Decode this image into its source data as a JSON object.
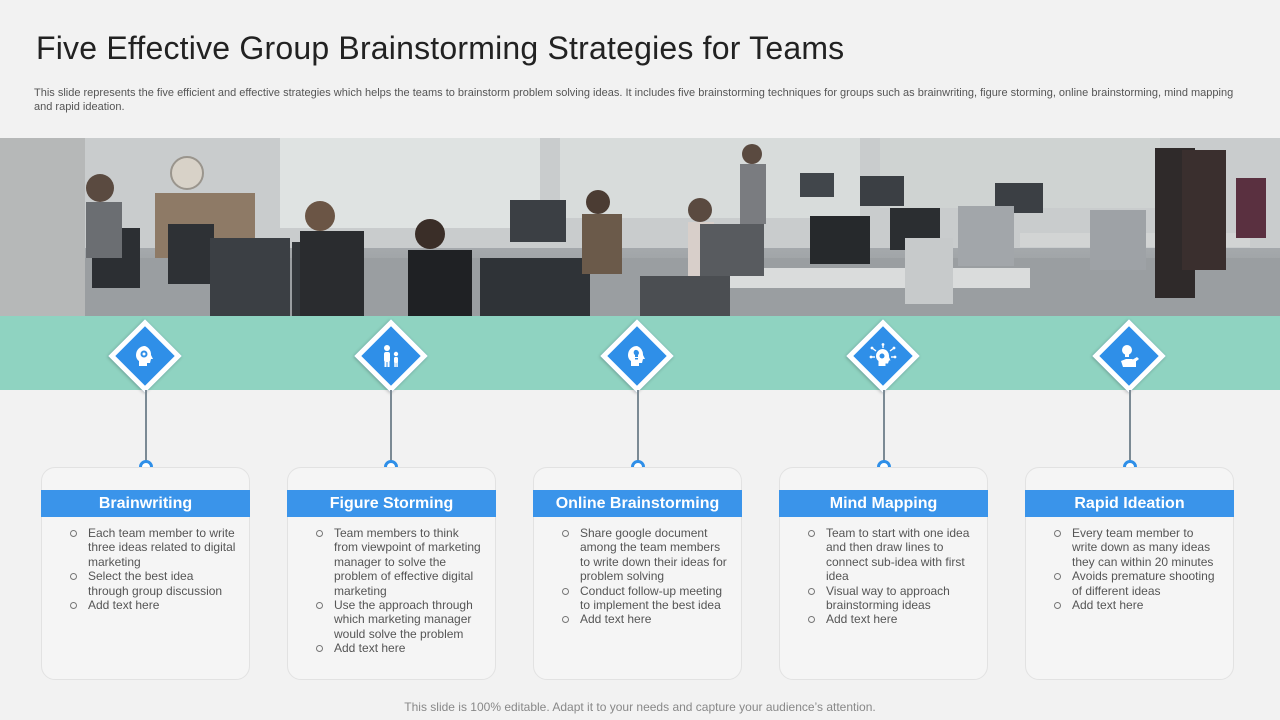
{
  "header": {
    "title": "Five Effective Group Brainstorming Strategies for Teams",
    "subtitle": "This slide represents the five efficient and effective strategies which helps the teams to brainstorm problem solving ideas. It includes five brainstorming techniques for groups such as brainwriting, figure storming, online brainstorming, mind mapping and rapid ideation."
  },
  "colors": {
    "accent": "#3a94ea",
    "band": "#8fd3c1",
    "background": "#f2f2f2"
  },
  "strategies": [
    {
      "icon": "brain-gear-icon",
      "title": "Brainwriting",
      "points": [
        "Each team member to write three ideas related to digital marketing",
        "Select the best idea through group discussion",
        "Add text here"
      ]
    },
    {
      "icon": "people-icon",
      "title": "Figure Storming",
      "points": [
        "Team members to think from viewpoint of marketing manager to solve the problem of effective digital marketing",
        "Use the approach through which marketing manager would solve the problem",
        "Add text here"
      ]
    },
    {
      "icon": "head-idea-icon",
      "title": "Online Brainstorming",
      "points": [
        "Share google document among the team members to write down their ideas for problem solving",
        "Conduct follow-up meeting to implement the best idea",
        "Add text here"
      ]
    },
    {
      "icon": "mind-network-icon",
      "title": "Mind Mapping",
      "points": [
        "Team to start with one idea and then draw lines to connect sub-idea with first idea",
        "Visual way to approach brainstorming ideas",
        "Add text here"
      ]
    },
    {
      "icon": "lightbulb-hand-icon",
      "title": "Rapid Ideation",
      "points": [
        "Every team member to write down as many ideas they can within 20 minutes",
        "Avoids premature shooting of different ideas",
        "Add text here"
      ]
    }
  ],
  "footer": "This slide is 100% editable. Adapt it to your needs and capture your audience’s attention."
}
